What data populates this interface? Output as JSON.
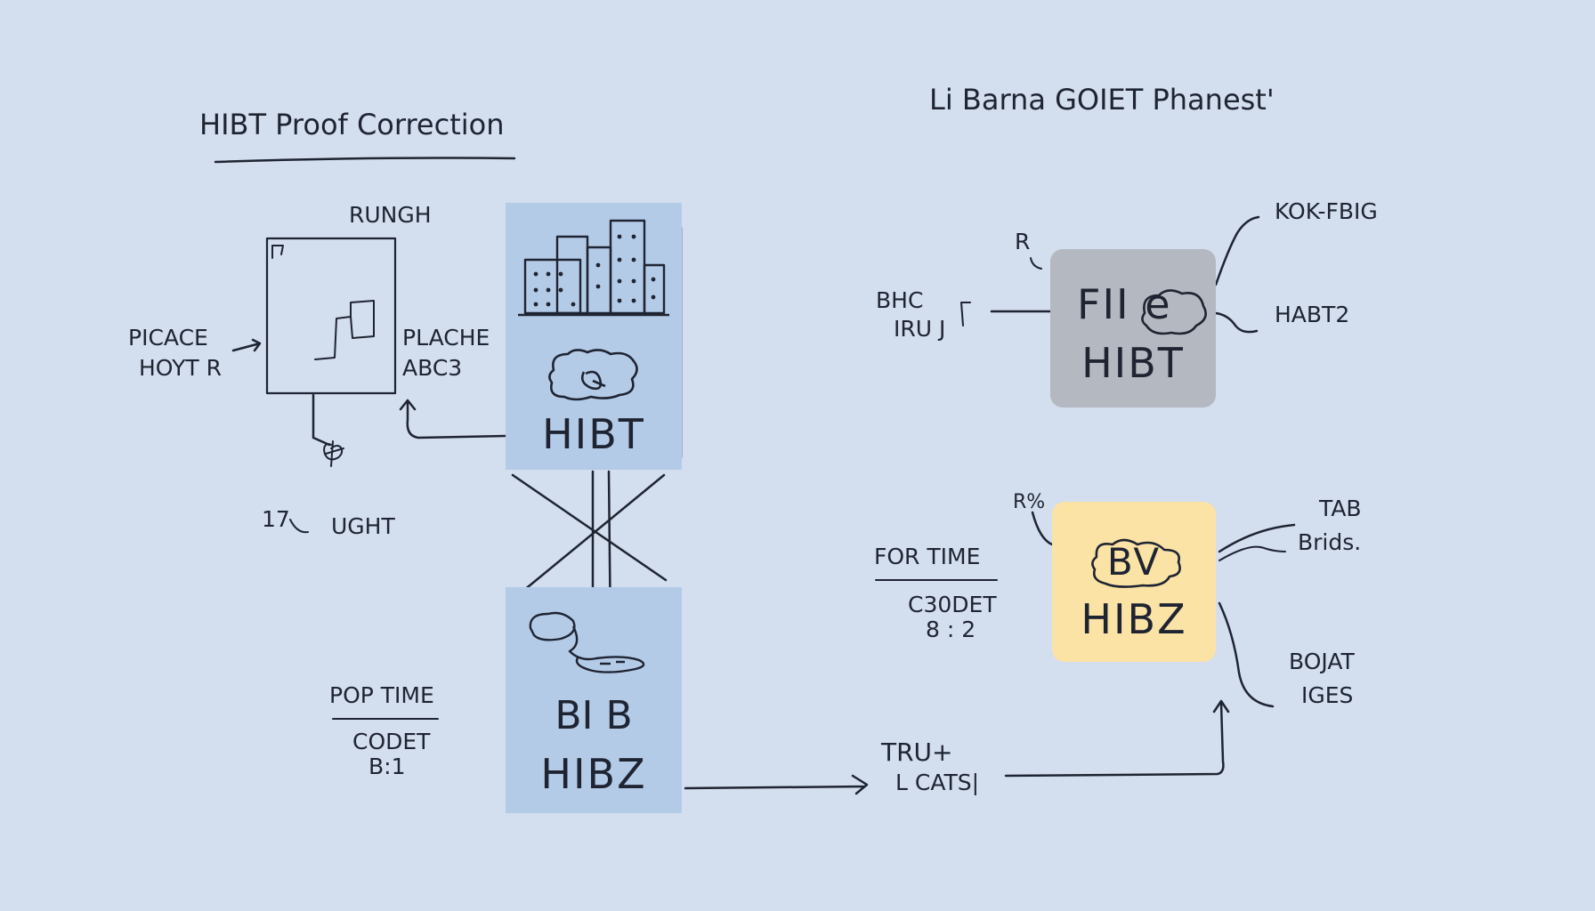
{
  "headings": {
    "left_title": "HIBT Proof Correction",
    "right_title": "Li Barna GOIET Phanest'"
  },
  "left_panel": {
    "frame_top_label": "RUNGH",
    "frame_left_label": [
      "PICACE",
      "HOYT R"
    ],
    "frame_right_label": [
      "PLACHE",
      "ABC3"
    ],
    "frame_bottom_label": [
      "17",
      "UGHT"
    ],
    "upper_tile_caption": "HIBT",
    "lower_tile_caption_top": "BI B",
    "lower_tile_caption": "HIBZ",
    "time_label": "POP TIME",
    "code_label": [
      "CODET",
      "B:1"
    ]
  },
  "connector": {
    "label": [
      "TRU+",
      "L CATS|"
    ]
  },
  "right_panel": {
    "gray_card": {
      "line1": "FII e",
      "line2": "HIBT",
      "color": "#b4b8c0",
      "left_label": [
        "BHC",
        "IRU J"
      ],
      "top_mark": "R",
      "right_top_label": "KOK-FBIG",
      "right_bottom_label": "HABT2"
    },
    "yellow_card": {
      "line1": "BV",
      "line2": "HIBZ",
      "color": "#fbe3a6",
      "top_mark": "R%",
      "left_label": "FOR TIME",
      "left_code": [
        "C30DET",
        "8 : 2"
      ],
      "right_top_label": [
        "TAB",
        "Brids."
      ],
      "right_bottom_label": [
        "BOJAT",
        "IGES"
      ]
    }
  },
  "colors": {
    "background": "#d3deee",
    "tile": "#b4cbe8",
    "ink": "#1f2432"
  },
  "icons": [
    "building-icon",
    "blob-icon",
    "blob-icon",
    "cloud-icon",
    "cloud-icon",
    "cloud-icon"
  ]
}
